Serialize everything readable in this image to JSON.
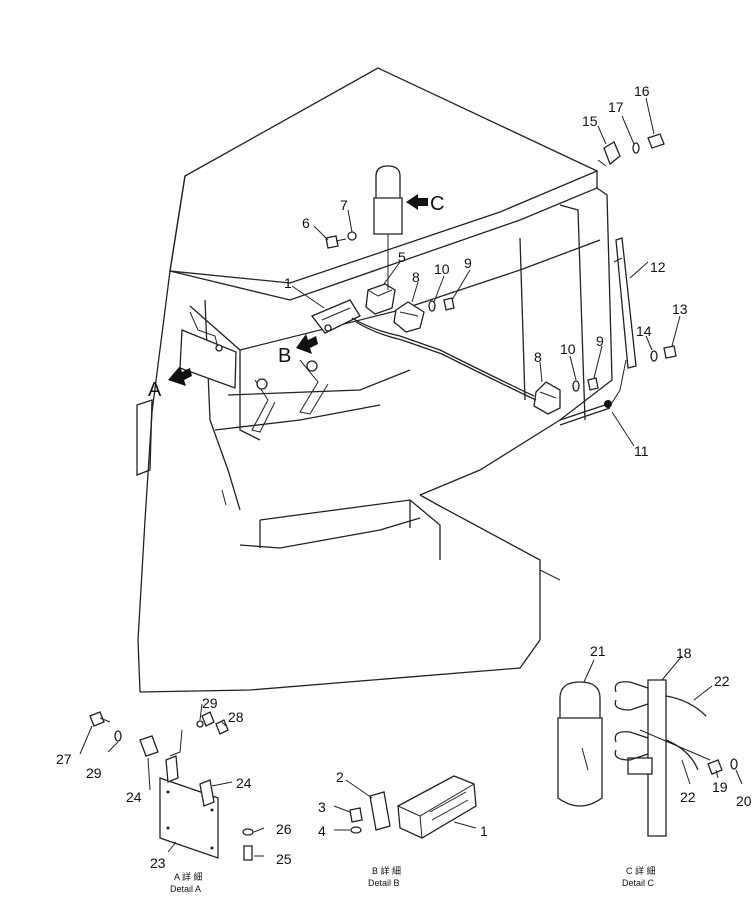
{
  "callouts": {
    "c1a": "1",
    "c1b": "1",
    "c2": "2",
    "c3": "3",
    "c4": "4",
    "c5": "5",
    "c6": "6",
    "c7": "7",
    "c8a": "8",
    "c8b": "8",
    "c9a": "9",
    "c9b": "9",
    "c10a": "10",
    "c10b": "10",
    "c11": "11",
    "c12": "12",
    "c13": "13",
    "c14": "14",
    "c15": "15",
    "c16": "16",
    "c17": "17",
    "c18": "18",
    "c19": "19",
    "c20": "20",
    "c21": "21",
    "c22a": "22",
    "c22b": "22",
    "c23": "23",
    "c24a": "24",
    "c24b": "24",
    "c25": "25",
    "c26": "26",
    "c27": "27",
    "c28": "28",
    "c29a": "29",
    "c29b": "29"
  },
  "view_letters": {
    "a": "A",
    "b": "B",
    "c": "C"
  },
  "details": {
    "a": {
      "jp": "A 詳 細",
      "en": "Detail  A"
    },
    "b": {
      "jp": "B 詳 細",
      "en": "Detail  B"
    },
    "c": {
      "jp": "C 詳 細",
      "en": "Detail  C"
    }
  }
}
